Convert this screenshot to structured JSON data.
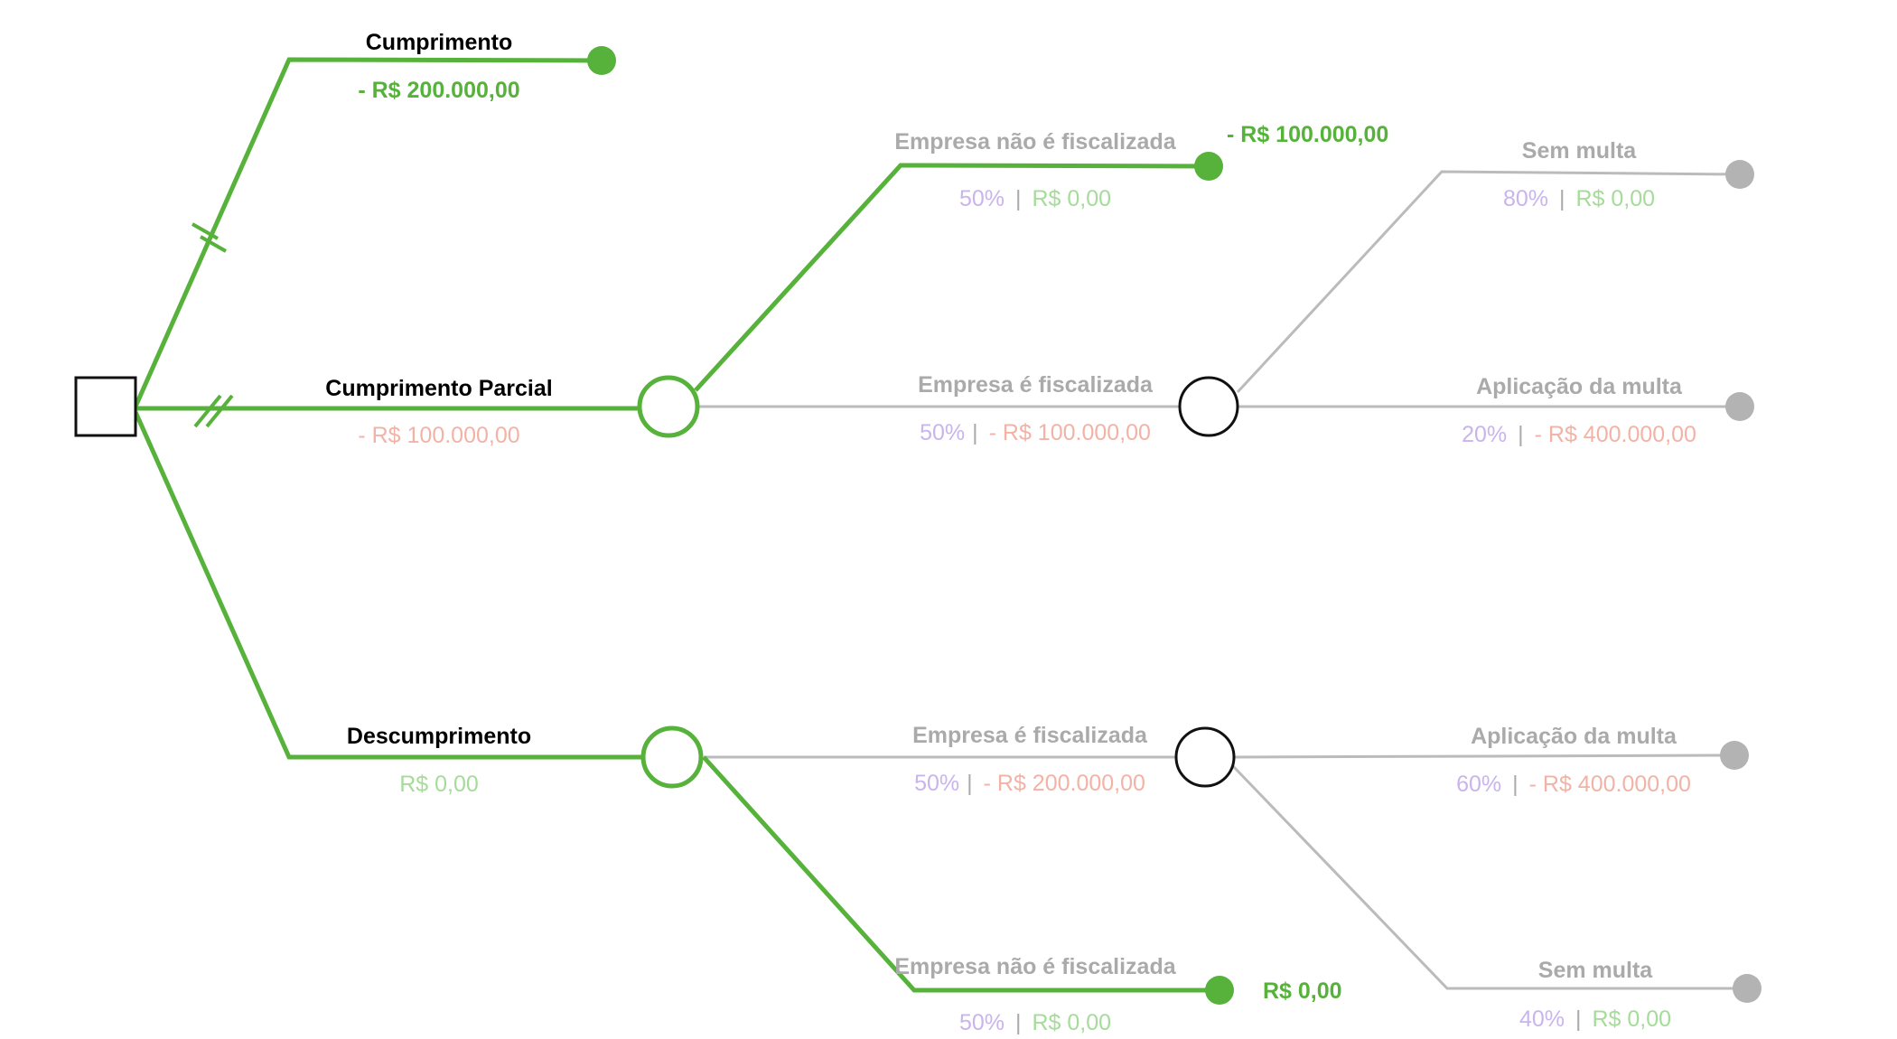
{
  "colors": {
    "optimal": "#56b23a",
    "inactive": "#bbbbbb",
    "probability": "#c9b4ee",
    "positive_value": "#a5dc99",
    "negative_value": "#f2b3a6",
    "leaf_inactive": "#b3b3b3"
  },
  "decision": {
    "icon": "decision-square-icon",
    "branches": [
      {
        "label": "Cumprimento",
        "value": "- R$ 200.000,00"
      },
      {
        "label": "Cumprimento Parcial",
        "value": "- R$ 100.000,00"
      },
      {
        "label": "Descumprimento",
        "value": "R$ 0,00"
      }
    ]
  },
  "partial": {
    "chance_icon": "chance-circle-icon",
    "not_inspected": {
      "label": "Empresa não é fiscalizada",
      "prob": "50%",
      "value": "R$ 0,00",
      "result": "- R$ 100.000,00"
    },
    "inspected": {
      "label": "Empresa é fiscalizada",
      "prob": "50%",
      "value": "- R$ 100.000,00"
    },
    "fine": {
      "no_fine": {
        "label": "Sem multa",
        "prob": "80%",
        "value": "R$ 0,00"
      },
      "fine_applied": {
        "label": "Aplicação da multa",
        "prob": "20%",
        "value": "- R$ 400.000,00"
      }
    }
  },
  "noncompliance": {
    "chance_icon": "chance-circle-icon",
    "inspected": {
      "label": "Empresa é fiscalizada",
      "prob": "50%",
      "value": "- R$ 200.000,00"
    },
    "not_inspected": {
      "label": "Empresa não é fiscalizada",
      "prob": "50%",
      "value": "R$ 0,00",
      "result": "R$ 0,00"
    },
    "fine": {
      "fine_applied": {
        "label": "Aplicação da multa",
        "prob": "60%",
        "value": "- R$ 400.000,00"
      },
      "no_fine": {
        "label": "Sem multa",
        "prob": "40%",
        "value": "R$ 0,00"
      }
    }
  },
  "separator": "|"
}
